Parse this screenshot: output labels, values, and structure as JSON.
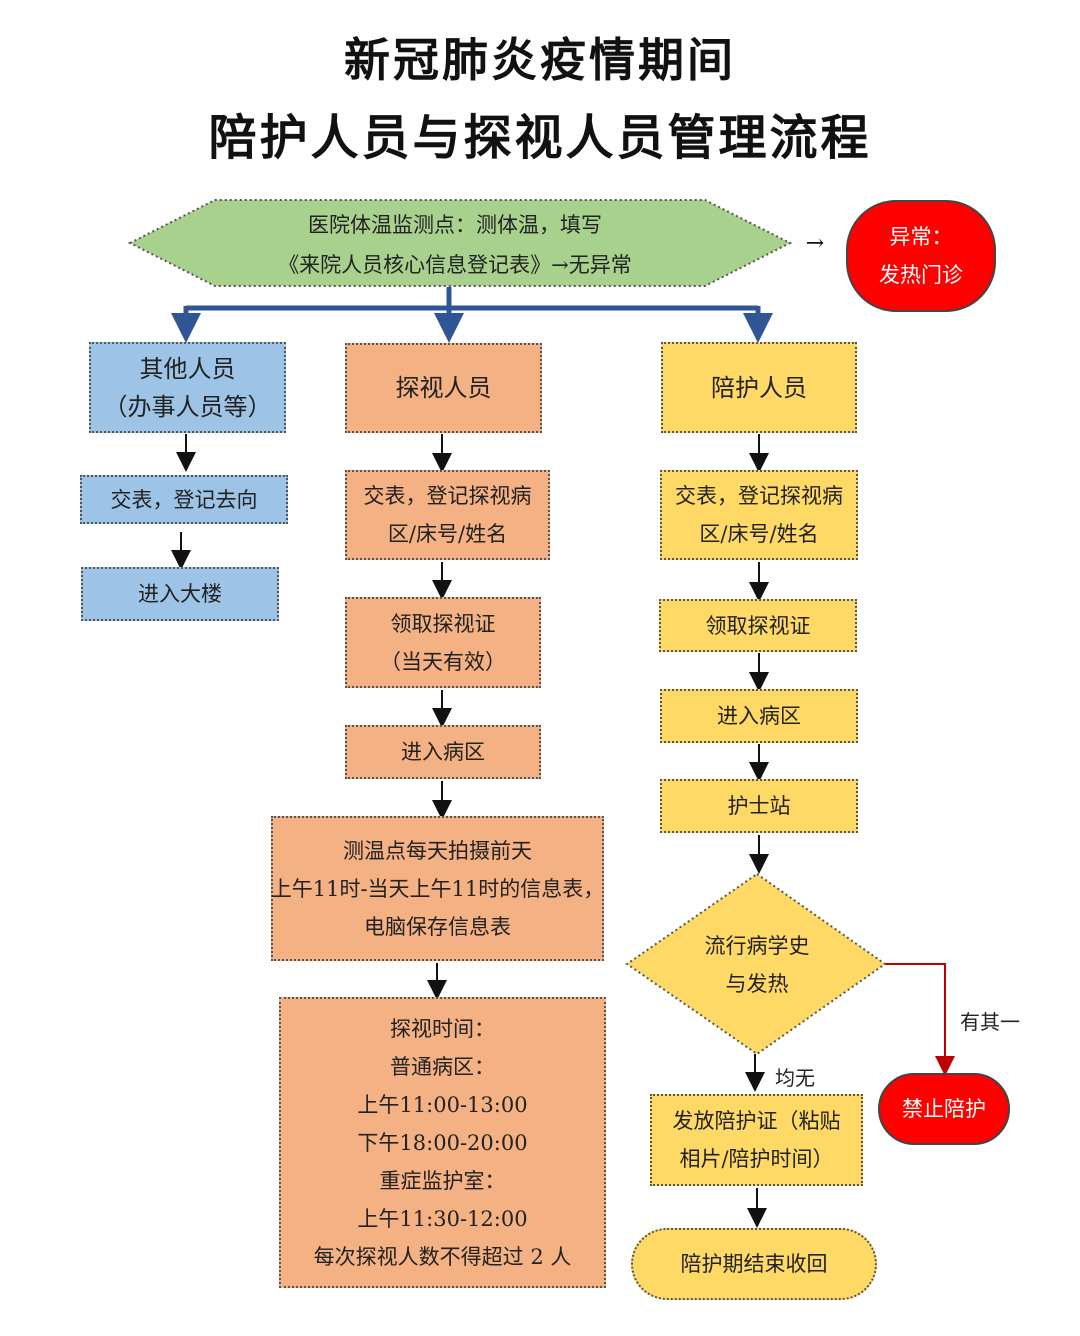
{
  "title": {
    "line1": "新冠肺炎疫情期间",
    "line2": "陪护人员与探视人员管理流程"
  },
  "top_checkpoint": {
    "line1": "医院体温监测点：测体温，填写",
    "line2": "《来院人员核心信息登记表》→无异常"
  },
  "abnormal": {
    "arrow": "→",
    "line1": "异常：",
    "line2": "发热门诊"
  },
  "other_branch": {
    "head_line1": "其他人员",
    "head_line2": "（办事人员等）",
    "step1": "交表，登记去向",
    "step2": "进入大楼"
  },
  "visitor_branch": {
    "head": "探视人员",
    "step1_line1": "交表，登记探视病",
    "step1_line2": "区/床号/姓名",
    "step2_line1": "领取探视证",
    "step2_line2": "（当天有效）",
    "step3": "进入病区",
    "step4_line1": "测温点每天拍摄前天",
    "step4_line2": "上午11时-当天上午11时的信息表，",
    "step4_line3": "电脑保存信息表",
    "visit_time": [
      "探视时间：",
      "普通病区：",
      "上午11:00-13:00",
      "下午18:00-20:00",
      "重症监护室：",
      "上午11:30-12:00",
      "每次探视人数不得超过 2 人"
    ]
  },
  "companion_branch": {
    "head": "陪护人员",
    "step1_line1": "交表，登记探视病",
    "step1_line2": "区/床号/姓名",
    "step2": "领取探视证",
    "step3": "进入病区",
    "step4": "护士站",
    "decision_line1": "流行病学史",
    "decision_line2": "与发热",
    "label_yes": "有其一",
    "label_no": "均无",
    "forbid": "禁止陪护",
    "step5_line1": "发放陪护证（粘贴",
    "step5_line2": "相片/陪护时间）",
    "end": "陪护期结束收回"
  },
  "colors": {
    "green": "#a9d18e",
    "blue": "#9dc3e6",
    "orange": "#f4b183",
    "yellow": "#ffd966",
    "red": "#ff0000",
    "connector": "#2f5597"
  }
}
